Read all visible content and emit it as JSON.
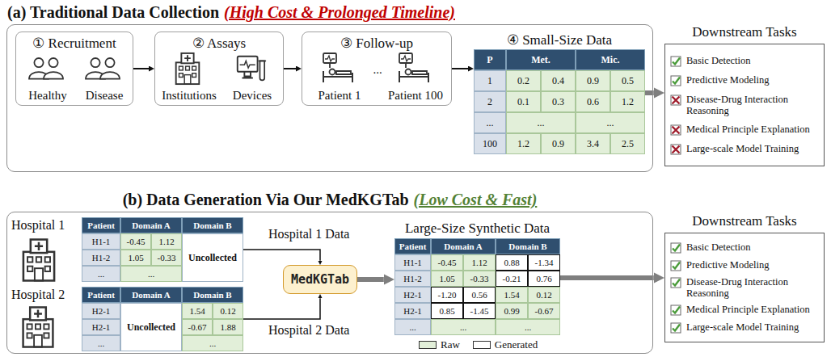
{
  "diagram": {
    "nodes": [
      {
        "text": [
          "(a) Traditional Data Collection",
          "(High Cost & Prolonged Timeline)"
        ]
      },
      {
        "text": [
          "① Recruitment",
          "Healthy",
          "Disease"
        ],
        "in": 0
      },
      {
        "text": [
          "② Assays",
          "Institutions",
          "Devices"
        ],
        "in": 0
      },
      {
        "text": [
          "③ Follow-up",
          "Patient 1",
          "...",
          "Patient 100"
        ],
        "in": 0
      },
      {
        "text": [
          "④ Small-Size Data",
          "P",
          "Met.",
          "Mic.",
          "1",
          "0.2",
          "0.4",
          "0.9",
          "0.5",
          "2",
          "0.1",
          "0.3",
          "0.6",
          "1.2",
          "...",
          "...",
          "...",
          "100",
          "1.2",
          "0.9",
          "3.4",
          "2.5"
        ],
        "in": 0
      },
      {
        "text": [
          "Downstream Tasks",
          "Basic Detection",
          "Predictive Modeling",
          "Disease-Drug Interaction Reasoning",
          "Medical Principle Explanation",
          "Large-scale Model Training"
        ]
      },
      {
        "text": [
          "(b) Data Generation Via Our MedKGTab",
          "(Low Cost & Fast)"
        ]
      },
      {
        "text": [
          "Patient",
          "Domain A",
          "Domain B",
          "H1-1",
          "-0.45",
          "1.12",
          "Uncollected",
          "H1-2",
          "1.05",
          "-0.33",
          "...",
          "..."
        ],
        "in": 6
      },
      {
        "text": [
          "Patient",
          "Domain A",
          "Domain B",
          "H2-1",
          "Uncollected",
          "1.54",
          "0.12",
          "H2-1",
          "-0.67",
          "1.88",
          "...",
          "..."
        ],
        "in": 6
      },
      {
        "text": [
          "MedKGTab"
        ],
        "in": 6
      },
      {
        "text": [
          "Large-Size Synthetic Data",
          "Patient",
          "Domain A",
          "Domain B",
          "H1-1",
          "-0.45",
          "1.12",
          "0.88",
          "-1.34",
          "H1-2",
          "1.05",
          "-0.33",
          "-0.21",
          "0.76",
          "H2-1",
          "-1.20",
          "0.56",
          "1.54",
          "0.12",
          "H2-1",
          "0.85",
          "-1.45",
          "0.99",
          "-0.67",
          "...",
          "...",
          "..."
        ],
        "in": 6
      },
      {
        "text": [
          "Downstream Tasks",
          "Basic Detection",
          "Predictive Modeling",
          "Disease-Drug Interaction Reasoning",
          "Medical Principle Explanation",
          "Large-scale Model Training"
        ]
      }
    ],
    "edges": [
      {
        "from": 1,
        "to": 2,
        "arrow": "to"
      },
      {
        "from": 2,
        "to": 3,
        "arrow": "to"
      },
      {
        "from": 3,
        "to": 4,
        "arrow": "to"
      },
      {
        "from": 4,
        "to": 5,
        "arrow": "to"
      },
      {
        "from": 7,
        "to": 9,
        "label": "Hospital 1 Data",
        "arrow": "to"
      },
      {
        "from": 8,
        "to": 9,
        "label": "Hospital 2 Data",
        "arrow": "to"
      },
      {
        "from": 9,
        "to": 10,
        "arrow": "to"
      },
      {
        "from": 10,
        "to": 11,
        "arrow": "to"
      }
    ],
    "labels": [
      "Hospital 1",
      "Hospital 2"
    ],
    "legend": [
      {
        "text": "Raw",
        "color": "#e2efd9"
      },
      {
        "text": "Generated",
        "color": "#ffffff"
      }
    ]
  }
}
